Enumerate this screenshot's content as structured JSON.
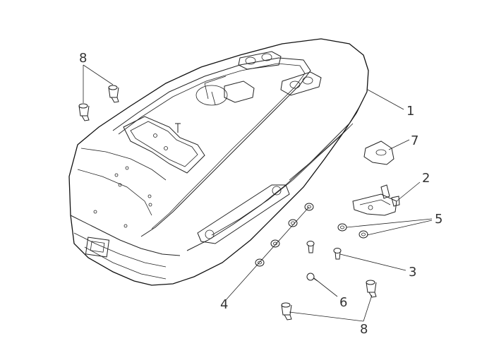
{
  "callouts": {
    "c1": "1",
    "c2": "2",
    "c3": "3",
    "c4": "4",
    "c5": "5",
    "c6": "6",
    "c7": "7",
    "c8_top": "8",
    "c8_bottom": "8"
  },
  "colors": {
    "stroke": "#111111",
    "label": "#333333",
    "background": "#ffffff"
  }
}
